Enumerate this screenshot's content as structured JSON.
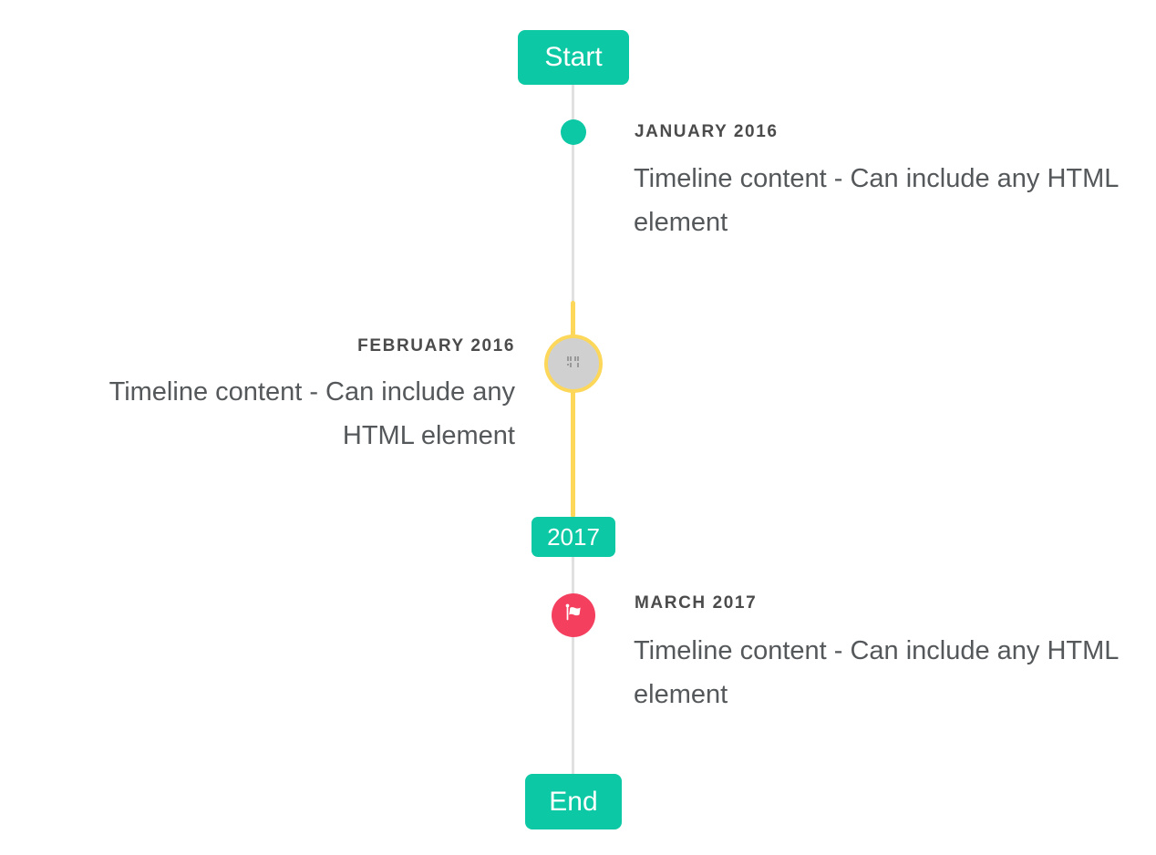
{
  "timeline": {
    "start_label": "Start",
    "end_label": "End",
    "year_badge": "2017",
    "events": [
      {
        "title": "JANUARY 2016",
        "content": "Timeline content - Can include any HTML element",
        "side": "right",
        "marker": "teal-dot"
      },
      {
        "title": "FEBRUARY 2016",
        "content": "Timeline content - Can include any HTML element",
        "side": "left",
        "marker": "broken-image-circle-highlighted"
      },
      {
        "title": "MARCH 2017",
        "content": "Timeline content - Can include any HTML element",
        "side": "right",
        "marker": "flag-circle"
      }
    ],
    "colors": {
      "accent_teal": "#0dc8a4",
      "highlight_yellow": "#fcd75a",
      "flag_red": "#f43f5e",
      "line_gray": "#e0e0e0",
      "marker_gray": "#d0d0d0",
      "title_text": "#4b4b4b",
      "content_text": "#55585a"
    }
  }
}
